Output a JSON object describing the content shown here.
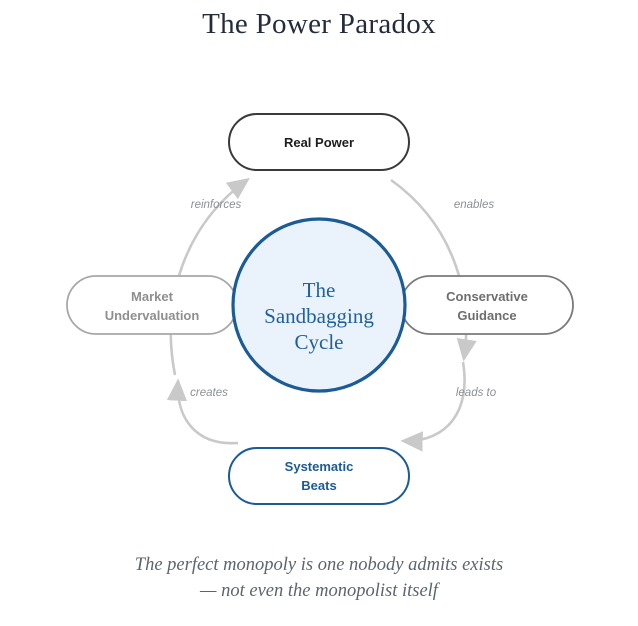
{
  "page": {
    "title": "The Power Paradox",
    "caption_line1": "The perfect monopoly is one nobody admits exists",
    "caption_line2": "— not even the monopolist itself",
    "background": "#ffffff"
  },
  "colors": {
    "title": "#242c3c",
    "caption": "#5c6470",
    "hub_fill": "#eaf3fc",
    "hub_stroke": "#1b5b96",
    "hub_text": "#1f5f9e",
    "arrow": "#c9c9c9",
    "edge_label": "#8d8f94",
    "node_dark_stroke": "#3a3a3a",
    "node_dark_text": "#1e1e1e",
    "node_gray_stroke": "#7a7a7a",
    "node_gray_text": "#6e6e6e",
    "node_light_stroke": "#a8a8a8",
    "node_light_text": "#8f8f8f",
    "node_blue_stroke": "#1b5b96",
    "node_blue_text": "#1b5b96"
  },
  "hub": {
    "name": "The Sandbagging Cycle",
    "lines": [
      "The",
      "Sandbagging",
      "Cycle"
    ]
  },
  "nodes": [
    {
      "id": "real-power",
      "lines": [
        "Real Power"
      ],
      "position": "top",
      "stroke": "#3a3a3a",
      "text_color": "#1e1e1e"
    },
    {
      "id": "conservative-guidance",
      "lines": [
        "Conservative",
        "Guidance"
      ],
      "position": "right",
      "stroke": "#7a7a7a",
      "text_color": "#6e6e6e"
    },
    {
      "id": "systematic-beats",
      "lines": [
        "Systematic",
        "Beats"
      ],
      "position": "bottom",
      "stroke": "#1b5b96",
      "text_color": "#1b5b96"
    },
    {
      "id": "market-undervaluation",
      "lines": [
        "Market",
        "Undervaluation"
      ],
      "position": "left",
      "stroke": "#a8a8a8",
      "text_color": "#8f8f8f"
    }
  ],
  "edges": [
    {
      "id": "enables",
      "label": "enables",
      "from": "real-power",
      "to": "conservative-guidance"
    },
    {
      "id": "leads-to",
      "label": "leads to",
      "from": "conservative-guidance",
      "to": "systematic-beats"
    },
    {
      "id": "creates",
      "label": "creates",
      "from": "systematic-beats",
      "to": "market-undervaluation"
    },
    {
      "id": "reinforces",
      "label": "reinforces",
      "from": "market-undervaluation",
      "to": "real-power"
    }
  ]
}
